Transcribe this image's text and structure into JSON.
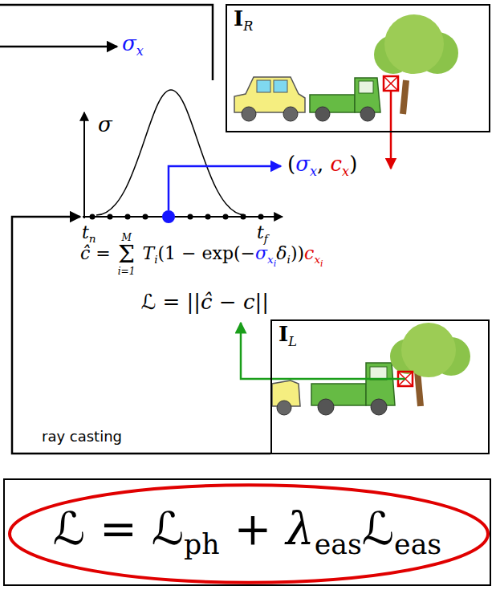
{
  "diagram": {
    "nodes": [
      {
        "text": [
          "IR"
        ]
      },
      {
        "text": [
          "IL"
        ]
      },
      {
        "text": [
          "ℒ = ℒph + λeasℒeas"
        ]
      }
    ],
    "labels": [
      "σx",
      "σ",
      "(σx, cx)",
      "tn",
      "tf",
      "ĉ = Σi=1M Ti(1 − exp(−σxiδi))cxi",
      "ℒ = ||ĉ − c||",
      "ray casting"
    ]
  }
}
